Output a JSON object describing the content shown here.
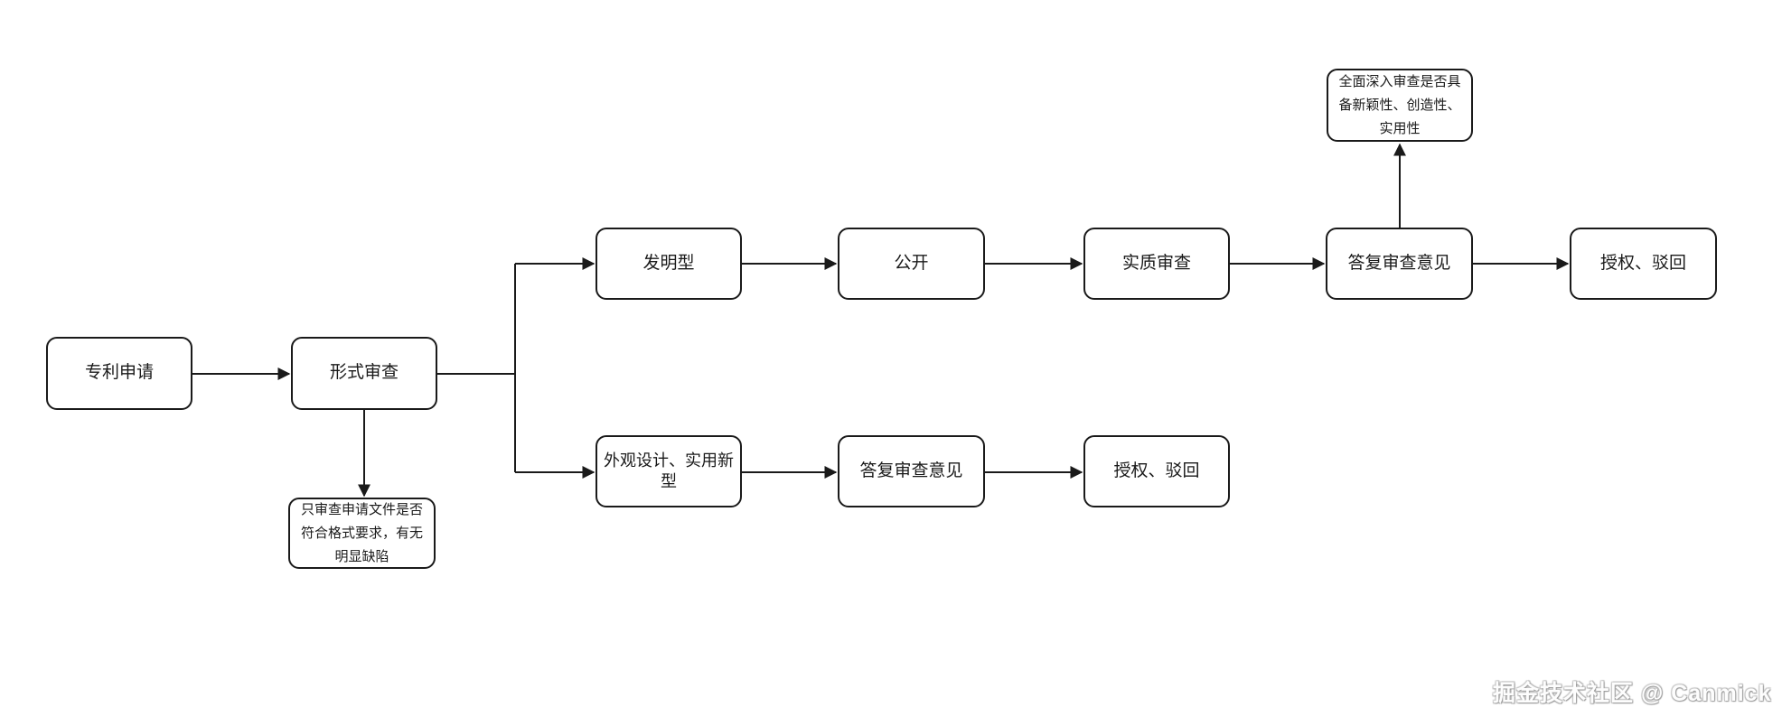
{
  "diagram": {
    "title_implicit": "专利申请流程图",
    "nodes": {
      "patent_application": {
        "label": "专利申请"
      },
      "formal_examination": {
        "label": "形式审查"
      },
      "invention_type": {
        "label": "发明型"
      },
      "publication": {
        "label": "公开"
      },
      "substantive_examination": {
        "label": "实质审查"
      },
      "reply_opinions_top": {
        "label": "答复审查意见"
      },
      "grant_reject_top": {
        "label": "授权、驳回"
      },
      "design_utility_model": {
        "label": "外观设计、实用新型"
      },
      "reply_opinions_bottom": {
        "label": "答复审查意见"
      },
      "grant_reject_bottom": {
        "label": "授权、驳回"
      },
      "note_substantive": {
        "label": "全面深入审查是否具备新颖性、创造性、实用性"
      },
      "note_formal": {
        "label": "只审查申请文件是否符合格式要求，有无明显缺陷"
      }
    },
    "edges": [
      {
        "from": "patent_application",
        "to": "formal_examination"
      },
      {
        "from": "formal_examination",
        "to": "invention_type"
      },
      {
        "from": "formal_examination",
        "to": "design_utility_model"
      },
      {
        "from": "formal_examination",
        "to": "note_formal"
      },
      {
        "from": "invention_type",
        "to": "publication"
      },
      {
        "from": "publication",
        "to": "substantive_examination"
      },
      {
        "from": "substantive_examination",
        "to": "reply_opinions_top"
      },
      {
        "from": "reply_opinions_top",
        "to": "grant_reject_top"
      },
      {
        "from": "reply_opinions_top",
        "to": "note_substantive"
      },
      {
        "from": "design_utility_model",
        "to": "reply_opinions_bottom"
      },
      {
        "from": "reply_opinions_bottom",
        "to": "grant_reject_bottom"
      }
    ],
    "watermark": "掘金技术社区 @ Canmick",
    "colors": {
      "background": "#ffffff",
      "box_fill": "#ffffff",
      "box_border": "#1a1a1a",
      "arrow": "#1a1a1a",
      "text": "#1a1a1a",
      "watermark_fill": "#fdfdfd",
      "watermark_shadow": "#9a9a9a"
    }
  }
}
